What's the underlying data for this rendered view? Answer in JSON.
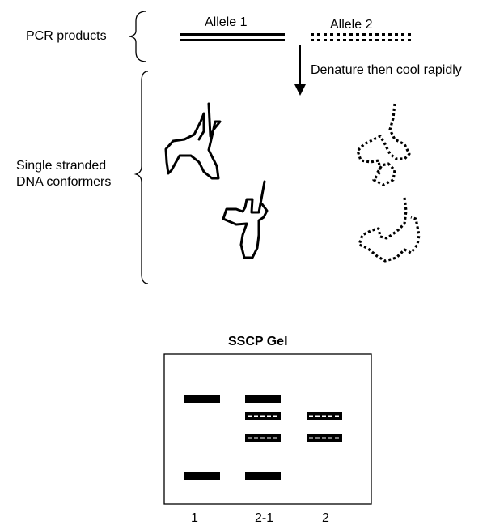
{
  "labels": {
    "pcr_products": "PCR products",
    "allele1": "Allele 1",
    "allele2": "Allele 2",
    "denature": "Denature then cool rapidly",
    "conformers_line1": "Single stranded",
    "conformers_line2": "DNA conformers"
  },
  "gel": {
    "title": "SSCP Gel",
    "lanes": [
      "1",
      "2-1",
      "2"
    ]
  },
  "colors": {
    "ink": "#000000",
    "background": "#ffffff"
  }
}
